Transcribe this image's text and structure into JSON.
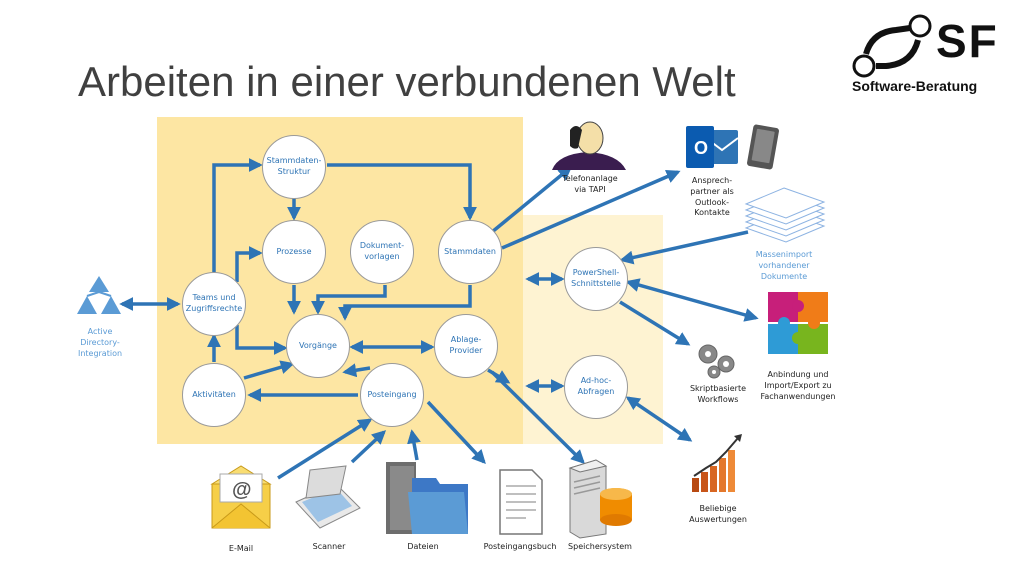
{
  "title": "Arbeiten in einer verbundenen Welt",
  "logo": {
    "mark": "SF",
    "subtitle": "Software-Beratung"
  },
  "nodes": {
    "stammdaten_struktur": "Stammdaten-\nStruktur",
    "prozesse": "Prozesse",
    "dokumentvorlagen": "Dokument-\nvorlagen",
    "stammdaten": "Stammdaten",
    "teams": "Teams und\nZugriffsrechte",
    "vorgaenge": "Vorgänge",
    "ablage": "Ablage-\nProvider",
    "aktivitaeten": "Aktivitäten",
    "posteingang": "Posteingang",
    "powershell": "PowerShell-\nSchnittstelle",
    "adhoc": "Ad-hoc-\nAbfragen"
  },
  "labels": {
    "active_directory": "Active\nDirectory-\nIntegration",
    "telefonanlage": "Telefonanlage\nvia TAPI",
    "outlook": "Ansprech-\npartner als\nOutlook-\nKontakte",
    "massenimport": "Massenimport\nvorhandener\nDokumente",
    "anbindung": "Anbindung und\nImport/Export zu\nFachanwendungen",
    "skripte": "Skriptbasierte\nWorkflows",
    "auswertungen": "Beliebige\nAuswertungen",
    "email": "E-Mail",
    "scanner": "Scanner",
    "dateien": "Dateien",
    "posteingangsbuch": "Posteingangsbuch",
    "speichersystem": "Speichersystem"
  },
  "colors": {
    "arrow": "#2e74b5",
    "panel_main": "#fde6a3",
    "panel_side": "#fef3d2",
    "node_text": "#2e74b5"
  },
  "icons": [
    "person-phone-icon",
    "outlook-icon",
    "tablet-icon",
    "documents-stack-icon",
    "puzzle-icon",
    "gears-icon",
    "growth-chart-icon",
    "network-triangle-icon",
    "email-icon",
    "scanner-icon",
    "folder-icon",
    "document-icon",
    "server-icon"
  ]
}
